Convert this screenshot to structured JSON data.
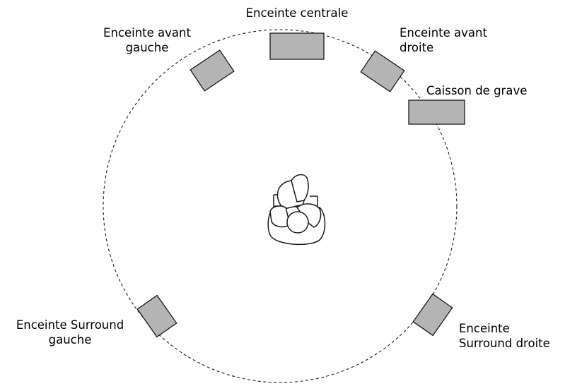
{
  "diagram": {
    "labels": {
      "center": "Enceinte centrale",
      "front_left": [
        "Enceinte avant",
        "gauche"
      ],
      "front_right": [
        "Enceinte avant",
        "droite"
      ],
      "subwoofer": "Caisson de grave",
      "surround_left": [
        "Enceinte Surround",
        "gauche"
      ],
      "surround_right": [
        "Enceinte",
        "Surround droite"
      ]
    },
    "colors": {
      "speaker_fill": "#b4b4b4",
      "line": "#1a1a1a",
      "background": "#ffffff"
    },
    "icons": {
      "listener": "listener-seated-icon"
    }
  }
}
